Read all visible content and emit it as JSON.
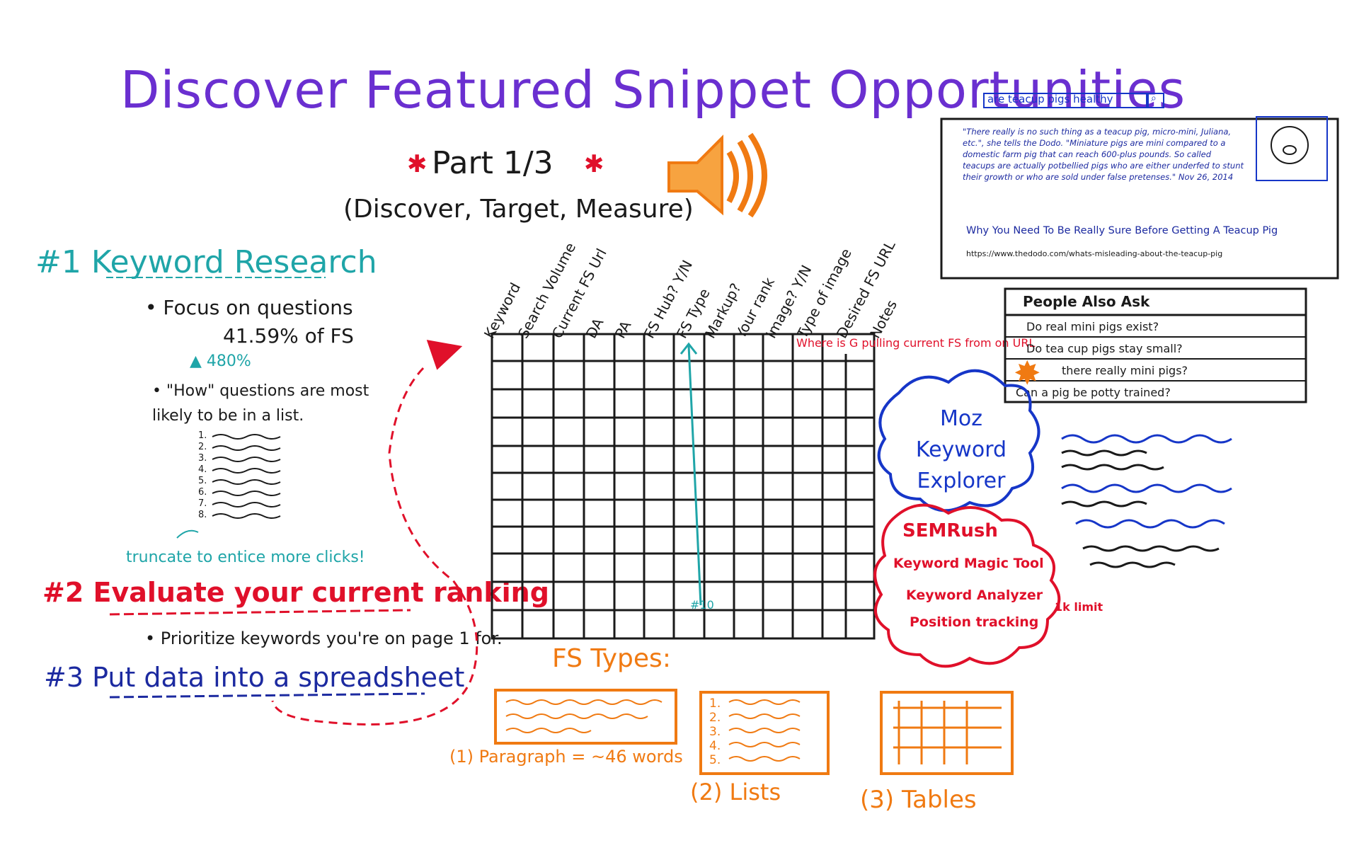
{
  "title": "Discover Featured Snippet Opportunities",
  "subtitle": {
    "part": "Part 1/3",
    "phases": "(Discover, Target, Measure)"
  },
  "section1": {
    "heading": "#1 Keyword Research",
    "bullet1": "Focus on questions",
    "bullet1_stat": "41.59% of FS",
    "growth": "480%",
    "bullet2_line1": "\"How\" questions are most",
    "bullet2_line2": "likely to be in a list.",
    "list_numbers": [
      "1.",
      "2.",
      "3.",
      "4.",
      "5.",
      "6.",
      "7.",
      "8."
    ],
    "truncate_note": "truncate to entice more clicks!"
  },
  "section2": {
    "heading": "#2 Evaluate your current ranking",
    "bullet": "Prioritize keywords you're on page 1 for."
  },
  "section3": {
    "heading": "#3 Put data into a spreadsheet"
  },
  "spreadsheet": {
    "columns": [
      "Keyword",
      "Search Volume",
      "Current FS Url",
      "DA",
      "PA",
      "FS Hub? Y/N",
      "FS Type",
      "Markup?",
      "Your rank",
      "Image? Y/N",
      "Type of image",
      "Desired FS URL",
      "Notes"
    ],
    "note": "Where is G pulling current FS from on URL",
    "marker": "#10"
  },
  "serp": {
    "query": "are teacup pigs healthy",
    "snippet_text": "\"There really is no such thing as a teacup pig, micro-mini, Juliana, etc.\", she tells the Dodo. \"Miniature pigs are mini compared to a domestic farm pig that can reach 600-plus pounds. So called teacups are actually potbellied pigs who are either underfed to stunt their growth or who are sold under false pretenses.\" Nov 26, 2014",
    "snippet_title": "Why You Need To Be Really Sure Before Getting A Teacup Pig",
    "snippet_url": "https://www.thedodo.com/whats-misleading-about-the-teacup-pig"
  },
  "paa": {
    "heading": "People Also Ask",
    "questions": [
      "Do real mini pigs exist?",
      "Do tea cup pigs stay small?",
      "there really mini pigs?",
      "Can a pig be potty trained?"
    ]
  },
  "moz": {
    "label": "Moz Keyword Explorer"
  },
  "semrush": {
    "label": "SEMRush",
    "tool1": "Keyword Magic Tool",
    "tool2": "Keyword Analyzer",
    "tool3": "Position tracking",
    "limit": "1k limit"
  },
  "fs_types": {
    "heading": "FS Types:",
    "paragraph": "Paragraph = ~46 words",
    "lists": "Lists",
    "tables": "Tables",
    "nums": [
      "1",
      "2",
      "3"
    ],
    "list_numbers": [
      "1.",
      "2.",
      "3.",
      "4.",
      "5."
    ]
  },
  "colors": {
    "purple": "#6a2fd0",
    "teal": "#1fa5a8",
    "red": "#e0102a",
    "blue": "#1636c8",
    "orange": "#f07a12",
    "black": "#1a1a1a"
  },
  "icons": [
    "speaker-icon",
    "pig-doodle-icon",
    "star-icon",
    "search-button-icon"
  ]
}
